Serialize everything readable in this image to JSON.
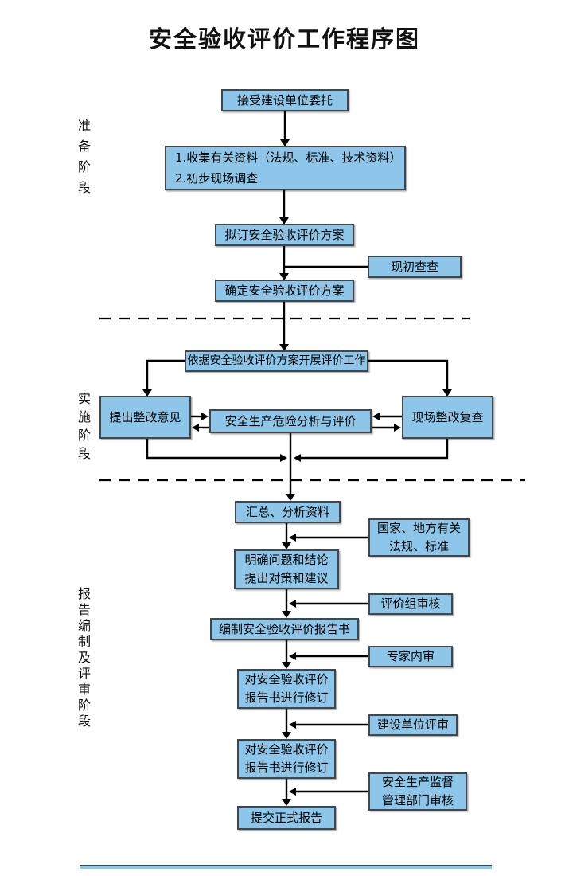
{
  "title": "安全验收评价工作程序图",
  "colors": {
    "fill": "#8DC6E9",
    "border": "#3F474E",
    "line": "#000000"
  },
  "phases": [
    {
      "id": "preparation",
      "label": "准备阶段"
    },
    {
      "id": "implementation",
      "label": "实施阶段"
    },
    {
      "id": "report-and-review",
      "label": "报告编制及评审阶段"
    }
  ],
  "nodes": {
    "accept": "接受建设单位委托",
    "collect": [
      "1.收集有关资料（法规、标准、技术资料）",
      "2.初步现场调查"
    ],
    "draft_plan": "拟订安全验收评价方案",
    "initial_check": "现初查查",
    "confirm_plan": "确定安全验收评价方案",
    "carry_out": "依据安全验收评价方案开展评价工作",
    "propose_rectification": "提出整改意见",
    "hazard_analysis": "安全生产危险分析与评价",
    "site_recheck": "现场整改复查",
    "summarize": "汇总、分析资料",
    "regulations": [
      "国家、地方有关",
      "法规、标准"
    ],
    "clarify": [
      "明确问题和结论",
      "提出对策和建议"
    ],
    "group_review": "评价组审核",
    "compile_report": "编制安全验收评价报告书",
    "expert_review": "专家内审",
    "revise_1": [
      "对安全验收评价",
      "报告书进行修订"
    ],
    "unit_review": "建设单位评审",
    "revise_2": [
      "对安全验收评价",
      "报告书进行修订"
    ],
    "supervision": [
      "安全生产监督",
      "管理部门审核"
    ],
    "submit": "提交正式报告"
  }
}
